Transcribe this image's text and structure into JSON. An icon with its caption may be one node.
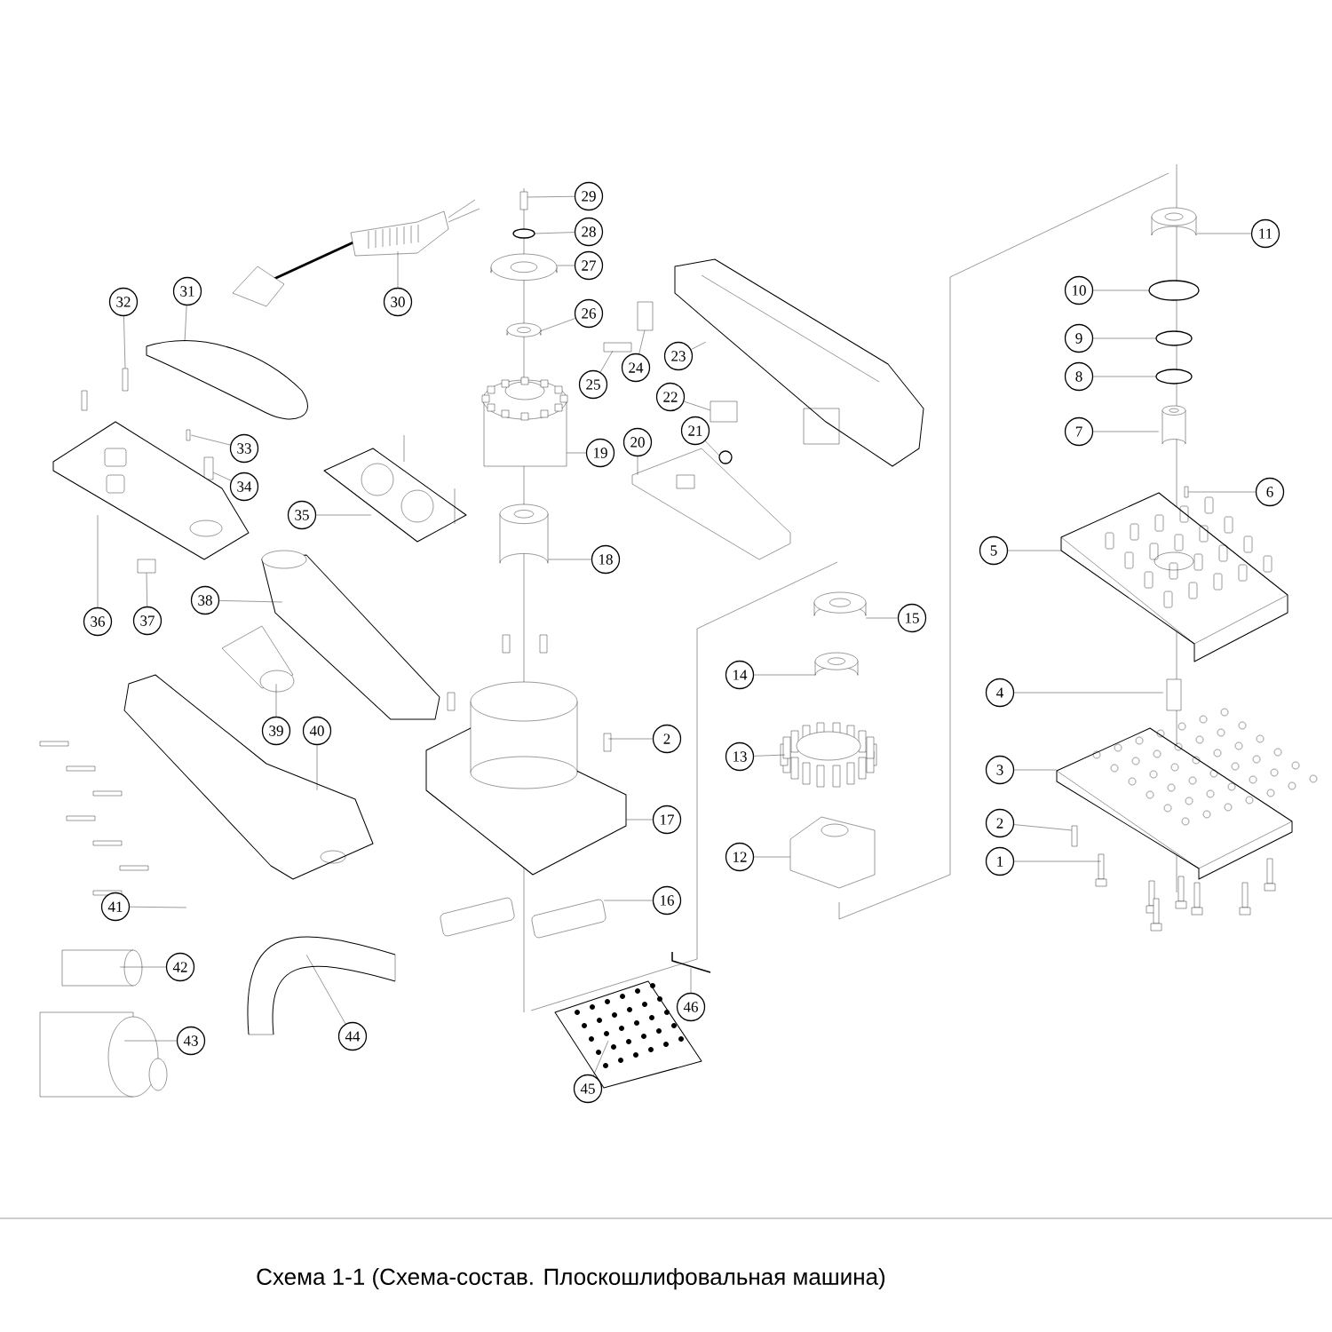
{
  "diagram": {
    "caption": "Схема 1-1 (Схема-состав. Плоскошлифовальная машина)",
    "nodes": [
      {
        "text": [
          "1"
        ]
      },
      {
        "text": [
          "2"
        ]
      },
      {
        "text": [
          "2"
        ]
      },
      {
        "text": [
          "3"
        ]
      },
      {
        "text": [
          "4"
        ]
      },
      {
        "text": [
          "5"
        ]
      },
      {
        "text": [
          "6"
        ]
      },
      {
        "text": [
          "7"
        ]
      },
      {
        "text": [
          "8"
        ]
      },
      {
        "text": [
          "9"
        ]
      },
      {
        "text": [
          "10"
        ]
      },
      {
        "text": [
          "11"
        ]
      },
      {
        "text": [
          "12"
        ]
      },
      {
        "text": [
          "13"
        ]
      },
      {
        "text": [
          "14"
        ]
      },
      {
        "text": [
          "15"
        ]
      },
      {
        "text": [
          "16"
        ]
      },
      {
        "text": [
          "17"
        ]
      },
      {
        "text": [
          "18"
        ]
      },
      {
        "text": [
          "19"
        ]
      },
      {
        "text": [
          "20"
        ]
      },
      {
        "text": [
          "21"
        ]
      },
      {
        "text": [
          "22"
        ]
      },
      {
        "text": [
          "23"
        ]
      },
      {
        "text": [
          "24"
        ]
      },
      {
        "text": [
          "25"
        ]
      },
      {
        "text": [
          "26"
        ]
      },
      {
        "text": [
          "27"
        ]
      },
      {
        "text": [
          "28"
        ]
      },
      {
        "text": [
          "29"
        ]
      },
      {
        "text": [
          "30"
        ]
      },
      {
        "text": [
          "31"
        ]
      },
      {
        "text": [
          "32"
        ]
      },
      {
        "text": [
          "33"
        ]
      },
      {
        "text": [
          "34"
        ]
      },
      {
        "text": [
          "35"
        ]
      },
      {
        "text": [
          "36"
        ]
      },
      {
        "text": [
          "37"
        ]
      },
      {
        "text": [
          "38"
        ]
      },
      {
        "text": [
          "39"
        ]
      },
      {
        "text": [
          "40"
        ]
      },
      {
        "text": [
          "41"
        ]
      },
      {
        "text": [
          "42"
        ]
      },
      {
        "text": [
          "43"
        ]
      },
      {
        "text": [
          "44"
        ]
      },
      {
        "text": [
          "45"
        ]
      },
      {
        "text": [
          "46"
        ]
      },
      {
        "text": [],
        "shape": "box"
      },
      {
        "text": [],
        "shape": "circle"
      },
      {
        "text": [],
        "shape": "cylinder"
      },
      {
        "text": [],
        "shape": "picture"
      },
      {
        "text": [],
        "shape": "cylinder"
      },
      {
        "text": [],
        "shape": "circle"
      },
      {
        "text": [],
        "shape": "box"
      },
      {
        "text": [],
        "shape": "cylinder"
      },
      {
        "text": [],
        "shape": "circle"
      },
      {
        "text": [],
        "shape": "picture"
      },
      {
        "text": [],
        "shape": "picture"
      },
      {
        "text": [],
        "shape": "box"
      },
      {
        "text": [],
        "shape": "picture"
      },
      {
        "text": [],
        "shape": "circle"
      },
      {
        "text": [],
        "shape": "box"
      },
      {
        "text": [],
        "shape": "cylinder"
      },
      {
        "text": [],
        "shape": "box"
      },
      {
        "text": [],
        "shape": "circle"
      },
      {
        "text": [],
        "shape": "picture"
      },
      {
        "text": [],
        "shape": "box"
      },
      {
        "text": [],
        "shape": "picture"
      },
      {
        "text": [],
        "shape": "box"
      },
      {
        "text": [],
        "shape": "picture"
      },
      {
        "text": [],
        "shape": "picture"
      },
      {
        "text": [],
        "shape": "picture"
      },
      {
        "text": [],
        "shape": "cylinder"
      },
      {
        "text": [],
        "shape": "box"
      },
      {
        "text": [],
        "shape": "picture"
      },
      {
        "text": [],
        "shape": "cylinder"
      },
      {
        "text": [],
        "shape": "cylinder"
      },
      {
        "text": [],
        "shape": "picture"
      },
      {
        "text": [],
        "shape": "box"
      },
      {
        "text": [],
        "shape": "box"
      },
      {
        "text": [],
        "shape": "picture"
      },
      {
        "text": [],
        "shape": "picture"
      },
      {
        "text": [],
        "shape": "picture"
      },
      {
        "text": [],
        "shape": "picture"
      },
      {
        "text": [],
        "shape": "box"
      },
      {
        "text": [],
        "shape": "picture"
      },
      {
        "text": [],
        "shape": "picture"
      },
      {
        "text": [],
        "shape": "picture"
      },
      {
        "text": [],
        "shape": "picture"
      },
      {
        "text": [],
        "shape": "picture"
      },
      {
        "text": [],
        "shape": "picture"
      },
      {
        "text": [],
        "shape": "picture"
      },
      {
        "text": [],
        "shape": "picture"
      },
      {
        "text": [],
        "shape": "picture"
      }
    ],
    "edges": [
      {
        "from": 0,
        "to": 86,
        "arrow": "none"
      },
      {
        "from": 1,
        "to": 84,
        "arrow": "none"
      },
      {
        "from": 2,
        "to": 79,
        "arrow": "none"
      },
      {
        "from": 3,
        "to": 81,
        "arrow": "none"
      },
      {
        "from": 4,
        "to": 78,
        "arrow": "none"
      },
      {
        "from": 5,
        "to": 71,
        "arrow": "none"
      },
      {
        "from": 6,
        "to": 68,
        "arrow": "none"
      },
      {
        "from": 7,
        "to": 62,
        "arrow": "none"
      },
      {
        "from": 8,
        "to": 60,
        "arrow": "none"
      },
      {
        "from": 9,
        "to": 55,
        "arrow": "none"
      },
      {
        "from": 10,
        "to": 52,
        "arrow": "none"
      },
      {
        "from": 11,
        "to": 49,
        "arrow": "none"
      },
      {
        "from": 12,
        "to": 85,
        "arrow": "none"
      },
      {
        "from": 13,
        "to": 80,
        "arrow": "none"
      },
      {
        "from": 14,
        "to": 76,
        "arrow": "none"
      },
      {
        "from": 15,
        "to": 75,
        "arrow": "none"
      },
      {
        "from": 16,
        "to": 87,
        "arrow": "none"
      },
      {
        "from": 17,
        "to": 83,
        "arrow": "none"
      },
      {
        "from": 18,
        "to": 72,
        "arrow": "none"
      },
      {
        "from": 19,
        "to": 65,
        "arrow": "none"
      },
      {
        "from": 20,
        "to": 67,
        "arrow": "none"
      },
      {
        "from": 21,
        "to": 64,
        "arrow": "none"
      },
      {
        "from": 22,
        "to": 61,
        "arrow": "none"
      },
      {
        "from": 23,
        "to": 57,
        "arrow": "none"
      },
      {
        "from": 24,
        "to": 53,
        "arrow": "none"
      },
      {
        "from": 25,
        "to": 58,
        "arrow": "none"
      },
      {
        "from": 26,
        "to": 54,
        "arrow": "none"
      },
      {
        "from": 27,
        "to": 51,
        "arrow": "none"
      },
      {
        "from": 28,
        "to": 48,
        "arrow": "none"
      },
      {
        "from": 29,
        "to": 47,
        "arrow": "none"
      },
      {
        "from": 30,
        "to": 50,
        "arrow": "none"
      },
      {
        "from": 31,
        "to": 56,
        "arrow": "none"
      },
      {
        "from": 32,
        "to": 59,
        "arrow": "none"
      },
      {
        "from": 33,
        "to": 63,
        "arrow": "none"
      },
      {
        "from": 34,
        "to": 66,
        "arrow": "none"
      },
      {
        "from": 35,
        "to": 70,
        "arrow": "none"
      },
      {
        "from": 36,
        "to": 69,
        "arrow": "none"
      },
      {
        "from": 37,
        "to": 73,
        "arrow": "none"
      },
      {
        "from": 38,
        "to": 74,
        "arrow": "none"
      },
      {
        "from": 39,
        "to": 77,
        "arrow": "none"
      },
      {
        "from": 40,
        "to": 82,
        "arrow": "none"
      },
      {
        "from": 41,
        "to": 88,
        "arrow": "none"
      },
      {
        "from": 42,
        "to": 90,
        "arrow": "none"
      },
      {
        "from": 43,
        "to": 92,
        "arrow": "none"
      },
      {
        "from": 44,
        "to": 89,
        "arrow": "none"
      },
      {
        "from": 45,
        "to": 93,
        "arrow": "none"
      },
      {
        "from": 46,
        "to": 91,
        "arrow": "none"
      }
    ]
  }
}
